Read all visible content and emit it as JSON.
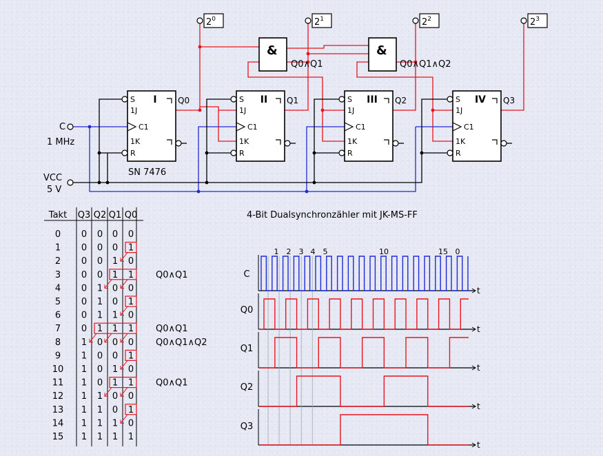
{
  "circuit": {
    "outputs": [
      {
        "base": "2",
        "exp": "0"
      },
      {
        "base": "2",
        "exp": "1"
      },
      {
        "base": "2",
        "exp": "2"
      },
      {
        "base": "2",
        "exp": "3"
      }
    ],
    "and_gate_symbol": "&",
    "and_labels": [
      "Q0∧Q1",
      "Q0∧Q1∧Q2"
    ],
    "flipflops": [
      {
        "name": "I",
        "out": "Q0"
      },
      {
        "name": "II",
        "out": "Q1"
      },
      {
        "name": "III",
        "out": "Q2"
      },
      {
        "name": "IV",
        "out": "Q3"
      }
    ],
    "pins": {
      "s": "S",
      "j": "1J",
      "c": "C1",
      "k": "1K",
      "r": "R"
    },
    "clock_label": "C",
    "clock_freq": "1 MHz",
    "vcc_label": "VCC",
    "vcc_value": "5 V",
    "chip": "SN 7476",
    "title": "4-Bit Dualsynchronzähler mit JK-MS-FF",
    "colors": {
      "wire_red": "#e8141c",
      "wire_blue": "#1e2ad2",
      "ink": "#000000"
    }
  },
  "table": {
    "headers": [
      "Takt",
      "Q3",
      "Q2",
      "Q1",
      "Q0"
    ],
    "rows": [
      [
        "0",
        "0",
        "0",
        "0",
        "0"
      ],
      [
        "1",
        "0",
        "0",
        "0",
        "1"
      ],
      [
        "2",
        "0",
        "0",
        "1",
        "0"
      ],
      [
        "3",
        "0",
        "0",
        "1",
        "1"
      ],
      [
        "4",
        "0",
        "1",
        "0",
        "0"
      ],
      [
        "5",
        "0",
        "1",
        "0",
        "1"
      ],
      [
        "6",
        "0",
        "1",
        "1",
        "0"
      ],
      [
        "7",
        "0",
        "1",
        "1",
        "1"
      ],
      [
        "8",
        "1",
        "0",
        "0",
        "0"
      ],
      [
        "9",
        "1",
        "0",
        "0",
        "1"
      ],
      [
        "10",
        "1",
        "0",
        "1",
        "0"
      ],
      [
        "11",
        "1",
        "0",
        "1",
        "1"
      ],
      [
        "12",
        "1",
        "1",
        "0",
        "0"
      ],
      [
        "13",
        "1",
        "1",
        "0",
        "1"
      ],
      [
        "14",
        "1",
        "1",
        "1",
        "0"
      ],
      [
        "15",
        "1",
        "1",
        "1",
        "1"
      ]
    ],
    "notes": [
      {
        "row": 3,
        "text": "Q0∧Q1"
      },
      {
        "row": 7,
        "text": "Q0∧Q1"
      },
      {
        "row": 8,
        "text": "Q0∧Q1∧Q2"
      },
      {
        "row": 11,
        "text": "Q0∧Q1"
      }
    ]
  },
  "timing": {
    "signal_names": [
      "C",
      "Q0",
      "Q1",
      "Q2",
      "Q3"
    ],
    "axis_label": "t",
    "clock_numbers": [
      "1",
      "2",
      "3",
      "4",
      "5",
      "10",
      "15",
      "0"
    ]
  }
}
